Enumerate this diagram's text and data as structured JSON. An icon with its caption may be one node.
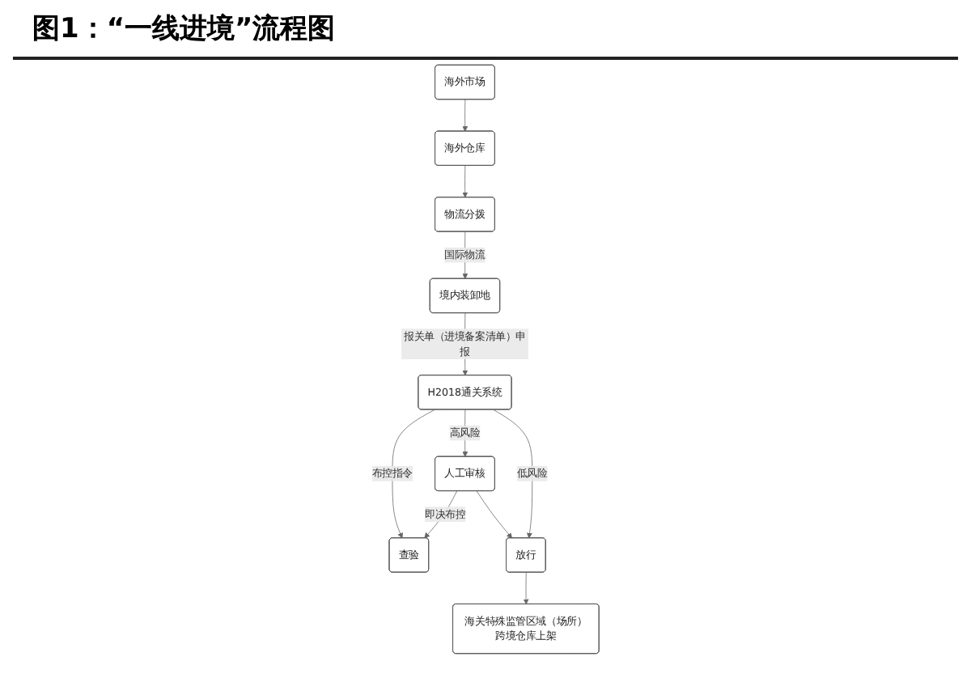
{
  "diagram": {
    "title": "图1：“一线进境”流程图",
    "nodes": [
      {
        "text": [
          "海外市场"
        ]
      },
      {
        "text": [
          "海外仓库"
        ]
      },
      {
        "text": [
          "物流分拨"
        ]
      },
      {
        "text": [
          "境内装卸地"
        ]
      },
      {
        "text": [
          "H2018通关系统"
        ]
      },
      {
        "text": [
          "人工审核"
        ]
      },
      {
        "text": [
          "查验"
        ]
      },
      {
        "text": [
          "放行"
        ]
      },
      {
        "text": [
          "海关特殊监管区域（场所）跨境仓库上架"
        ]
      }
    ],
    "edges": [
      {
        "from": 0,
        "to": 1,
        "arrow": "to"
      },
      {
        "from": 1,
        "to": 2,
        "arrow": "to"
      },
      {
        "from": 2,
        "to": 3,
        "arrow": "to",
        "label": "国际物流"
      },
      {
        "from": 3,
        "to": 4,
        "arrow": "to",
        "label": "报关单（进境备案清单）申报"
      },
      {
        "from": 4,
        "to": 5,
        "arrow": "to",
        "label": "高风险"
      },
      {
        "from": 4,
        "to": 6,
        "arrow": "to",
        "label": "布控指令"
      },
      {
        "from": 5,
        "to": 6,
        "arrow": "to",
        "label": "即决布控"
      },
      {
        "from": 5,
        "to": 7,
        "arrow": "to"
      },
      {
        "from": 4,
        "to": 7,
        "arrow": "to",
        "label": "低风险"
      },
      {
        "from": 7,
        "to": 8,
        "arrow": "to"
      }
    ]
  }
}
